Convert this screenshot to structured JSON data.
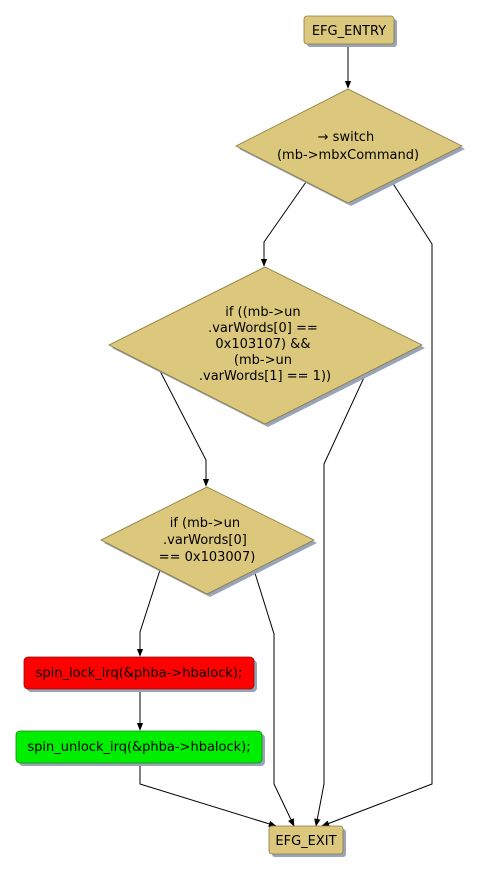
{
  "diagram": {
    "nodes": {
      "entry": {
        "label": [
          "EFG_ENTRY"
        ]
      },
      "switch": {
        "label": [
          "→ switch",
          "(mb->mbxCommand)"
        ]
      },
      "if1": {
        "label": [
          "if ((mb->un",
          ".varWords[0] ==",
          "0x103107) &&",
          "(mb->un",
          ".varWords[1] == 1))"
        ]
      },
      "if2": {
        "label": [
          "if (mb->un",
          ".varWords[0]",
          "== 0x103007)"
        ]
      },
      "lock": {
        "label": [
          "spin_lock_irq(&phba->hbalock);"
        ]
      },
      "unlock": {
        "label": [
          "spin_unlock_irq(&phba->hbalock);"
        ]
      },
      "exit": {
        "label": [
          "EFG_EXIT"
        ]
      }
    }
  }
}
